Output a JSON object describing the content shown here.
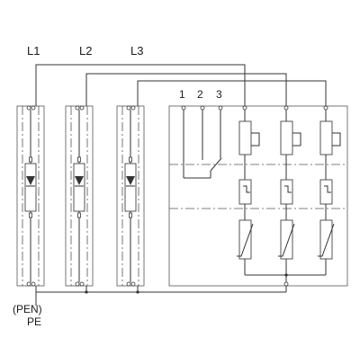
{
  "diagram": {
    "phase_labels": [
      "L1",
      "L2",
      "L3"
    ],
    "contact_labels": [
      "1",
      "2",
      "3"
    ],
    "earth_labels": {
      "pen": "(PEN)",
      "pe": "PE"
    }
  }
}
